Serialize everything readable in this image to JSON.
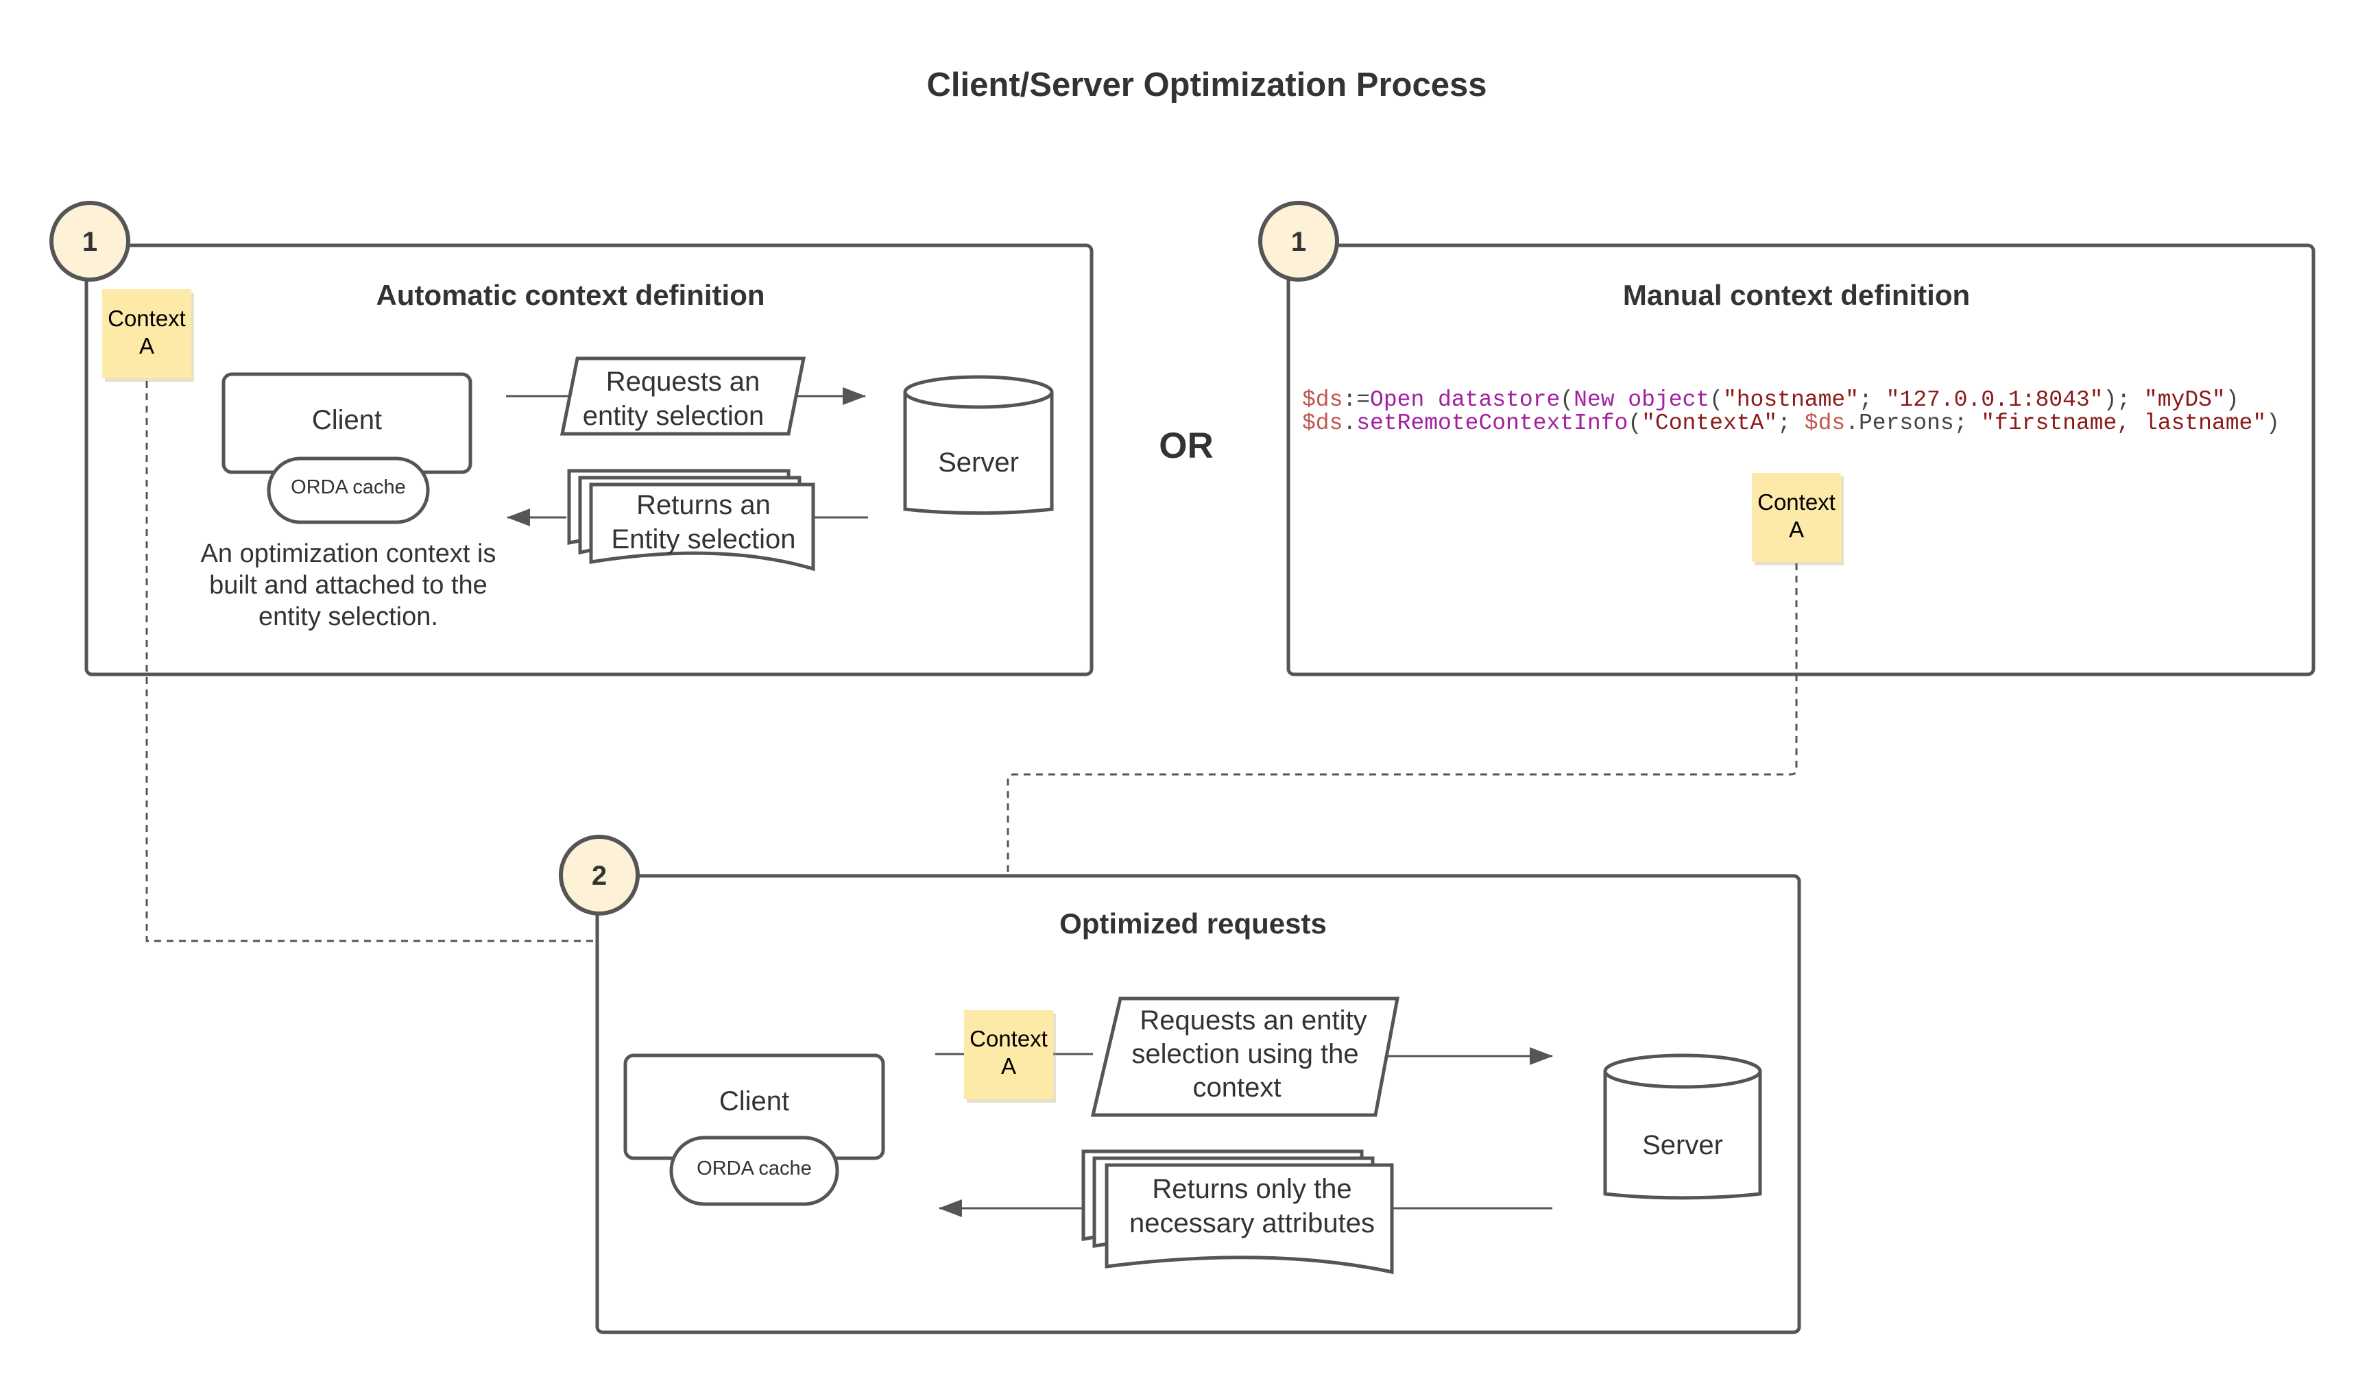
{
  "title": "Client/Server Optimization Process",
  "or_label": "OR",
  "colors": {
    "stroke": "#555555",
    "badge_fill": "#fdf1d8",
    "note_fill": "#fde9a8",
    "code_variable": "#c1574f",
    "code_keyword": "#a020a0",
    "code_string": "#8b1a1a",
    "code_plain": "#444444"
  },
  "panel_auto": {
    "step": "1",
    "title": "Automatic context definition",
    "note": [
      "Context",
      "A"
    ],
    "client_label": "Client",
    "cache_label": "ORDA cache",
    "request_label": [
      "Requests an",
      "entity selection"
    ],
    "response_label": [
      "Returns an",
      "Entity selection"
    ],
    "server_label": "Server",
    "description": [
      "An optimization context is",
      "built and attached to the",
      "entity selection."
    ]
  },
  "panel_manual": {
    "step": "1",
    "title": "Manual context definition",
    "code": {
      "line1": [
        {
          "text": "$ds",
          "kind": "variable"
        },
        {
          "text": ":=",
          "kind": "plain"
        },
        {
          "text": "Open datastore",
          "kind": "keyword"
        },
        {
          "text": "(",
          "kind": "plain"
        },
        {
          "text": "New object",
          "kind": "keyword"
        },
        {
          "text": "(",
          "kind": "plain"
        },
        {
          "text": "\"hostname\"",
          "kind": "string"
        },
        {
          "text": "; ",
          "kind": "plain"
        },
        {
          "text": "\"127.0.0.1:8043\"",
          "kind": "string"
        },
        {
          "text": "); ",
          "kind": "plain"
        },
        {
          "text": "\"myDS\"",
          "kind": "string"
        },
        {
          "text": ")",
          "kind": "plain"
        }
      ],
      "line2": [
        {
          "text": "$ds",
          "kind": "variable"
        },
        {
          "text": ".",
          "kind": "plain"
        },
        {
          "text": "setRemoteContextInfo",
          "kind": "keyword"
        },
        {
          "text": "(",
          "kind": "plain"
        },
        {
          "text": "\"ContextA\"",
          "kind": "string"
        },
        {
          "text": "; ",
          "kind": "plain"
        },
        {
          "text": "$ds",
          "kind": "variable"
        },
        {
          "text": ".Persons; ",
          "kind": "plain"
        },
        {
          "text": "\"firstname, lastname\"",
          "kind": "string"
        },
        {
          "text": ")",
          "kind": "plain"
        }
      ]
    },
    "note": [
      "Context",
      "A"
    ]
  },
  "panel_optimized": {
    "step": "2",
    "title": "Optimized requests",
    "note": [
      "Context",
      "A"
    ],
    "client_label": "Client",
    "cache_label": "ORDA cache",
    "request_label": [
      "Requests an entity",
      "selection using the",
      "context"
    ],
    "response_label": [
      "Returns only the",
      "necessary attributes"
    ],
    "server_label": "Server"
  }
}
